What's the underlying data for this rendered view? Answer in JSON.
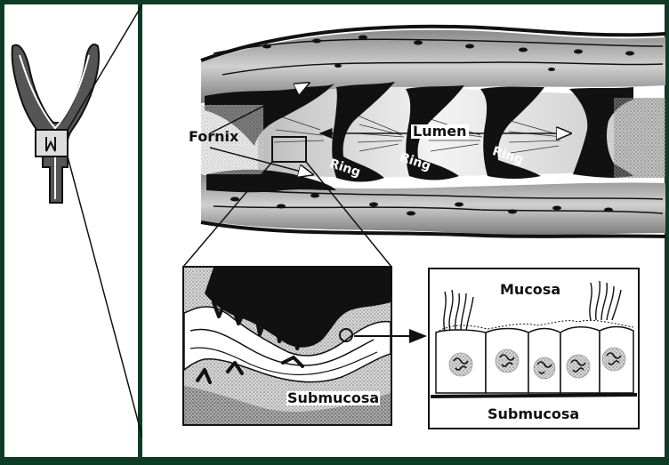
{
  "colors": {
    "frame_background": "#0d3b26",
    "panel": "#ffffff",
    "ink": "#111111"
  },
  "labels": {
    "fornix": "Fornix",
    "lumen": "Lumen",
    "ring_1": "Ring",
    "ring_2": "Ring",
    "ring_3": "Ring",
    "submucosa_fold": "Submucosa",
    "mucosa": "Mucosa",
    "submucosa_epithelium": "Submucosa"
  }
}
